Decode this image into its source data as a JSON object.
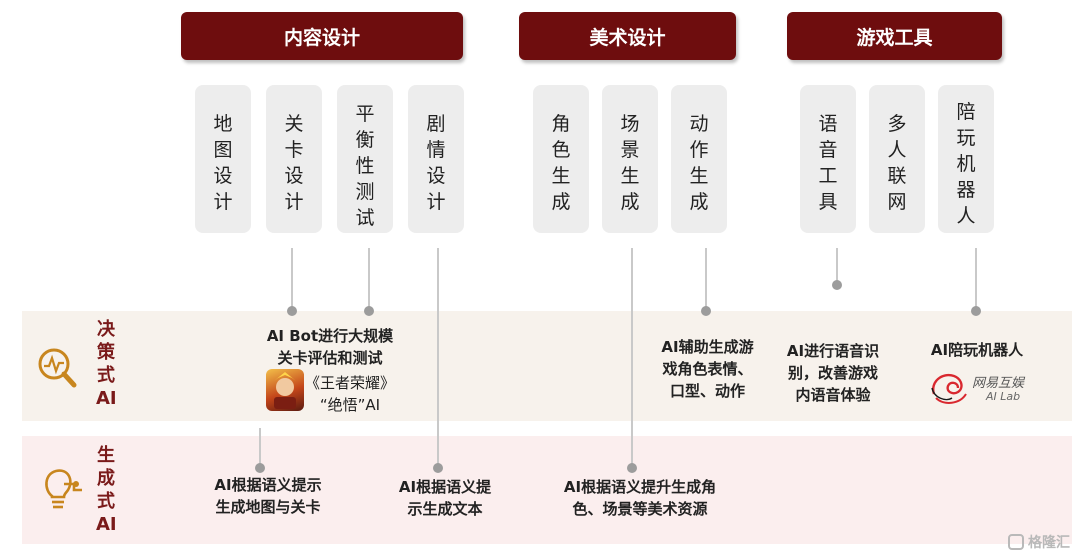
{
  "headers": {
    "content": "内容设计",
    "art": "美术设计",
    "tools": "游戏工具"
  },
  "cards": [
    {
      "chars": [
        "地",
        "图",
        "设",
        "计"
      ]
    },
    {
      "chars": [
        "关",
        "卡",
        "设",
        "计"
      ]
    },
    {
      "chars": [
        "平",
        "衡",
        "性",
        "测",
        "试"
      ]
    },
    {
      "chars": [
        "剧",
        "情",
        "设",
        "计"
      ]
    },
    {
      "chars": [
        "角",
        "色",
        "生",
        "成"
      ]
    },
    {
      "chars": [
        "场",
        "景",
        "生",
        "成"
      ]
    },
    {
      "chars": [
        "动",
        "作",
        "生",
        "成"
      ]
    },
    {
      "chars": [
        "语",
        "音",
        "工",
        "具"
      ]
    },
    {
      "chars": [
        "多",
        "人",
        "联",
        "网"
      ]
    },
    {
      "chars": [
        "陪",
        "玩",
        "机",
        "器",
        "人"
      ]
    }
  ],
  "rows": {
    "decision": [
      "决",
      "策",
      "式",
      "AI"
    ],
    "generative": [
      "生",
      "成",
      "式",
      "AI"
    ]
  },
  "decision": {
    "bot_line1": "AI Bot进行大规模",
    "bot_line2": "关卡评估和测试",
    "game_line1": "《王者荣耀》",
    "game_line2": "“绝悟”AI",
    "anim_line1": "AI辅助生成游",
    "anim_line2": "戏角色表情、",
    "anim_line3": "口型、动作",
    "voice_line1": "AI进行语音识",
    "voice_line2": "别，改善游戏",
    "voice_line3": "内语音体验",
    "companion": "AI陪玩机器人",
    "netease_logo": "网易互娱",
    "netease_sub": "AI Lab"
  },
  "generative": {
    "map_line1": "AI根据语义提示",
    "map_line2": "生成地图与关卡",
    "story_line1": "AI根据语义提",
    "story_line2": "示生成文本",
    "art_line1": "AI根据语义提升生成角",
    "art_line2": "色、场景等美术资源"
  },
  "watermark": "格隆汇",
  "colors": {
    "header": "#6e0d0e",
    "label": "#7a1a1a",
    "decision_band": "#f7f2ec",
    "generative_band": "#fbeeee"
  }
}
